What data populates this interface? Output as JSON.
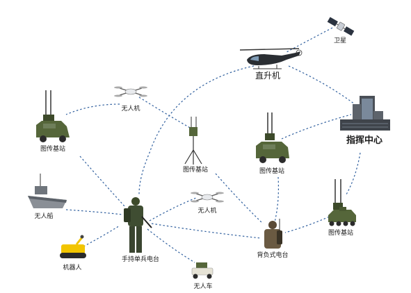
{
  "nodes": {
    "satellite": {
      "label": "卫星"
    },
    "helicopter": {
      "label": "直升机"
    },
    "command_center": {
      "label": "指挥中心"
    },
    "drone_top": {
      "label": "无人机"
    },
    "base_station_left": {
      "label": "图传基站"
    },
    "base_station_tripod": {
      "label": "图传基站"
    },
    "base_station_truck": {
      "label": "图传基站"
    },
    "base_station_apc": {
      "label": "图传基站"
    },
    "unmanned_boat": {
      "label": "无人船"
    },
    "soldier_radio": {
      "label": "手持单兵电台"
    },
    "drone_mid": {
      "label": "无人机"
    },
    "robot": {
      "label": "机器人"
    },
    "unmanned_vehicle": {
      "label": "无人车"
    },
    "backpack_radio": {
      "label": "背负式电台"
    }
  },
  "colors": {
    "link": "#2f5f9e",
    "military_green": "#55663a",
    "dark_green": "#3d4a2a",
    "building": "#4a4f57",
    "building_glass": "#8fa3b8",
    "robot_yellow": "#f2c500",
    "boat_grey": "#8a8f96"
  }
}
